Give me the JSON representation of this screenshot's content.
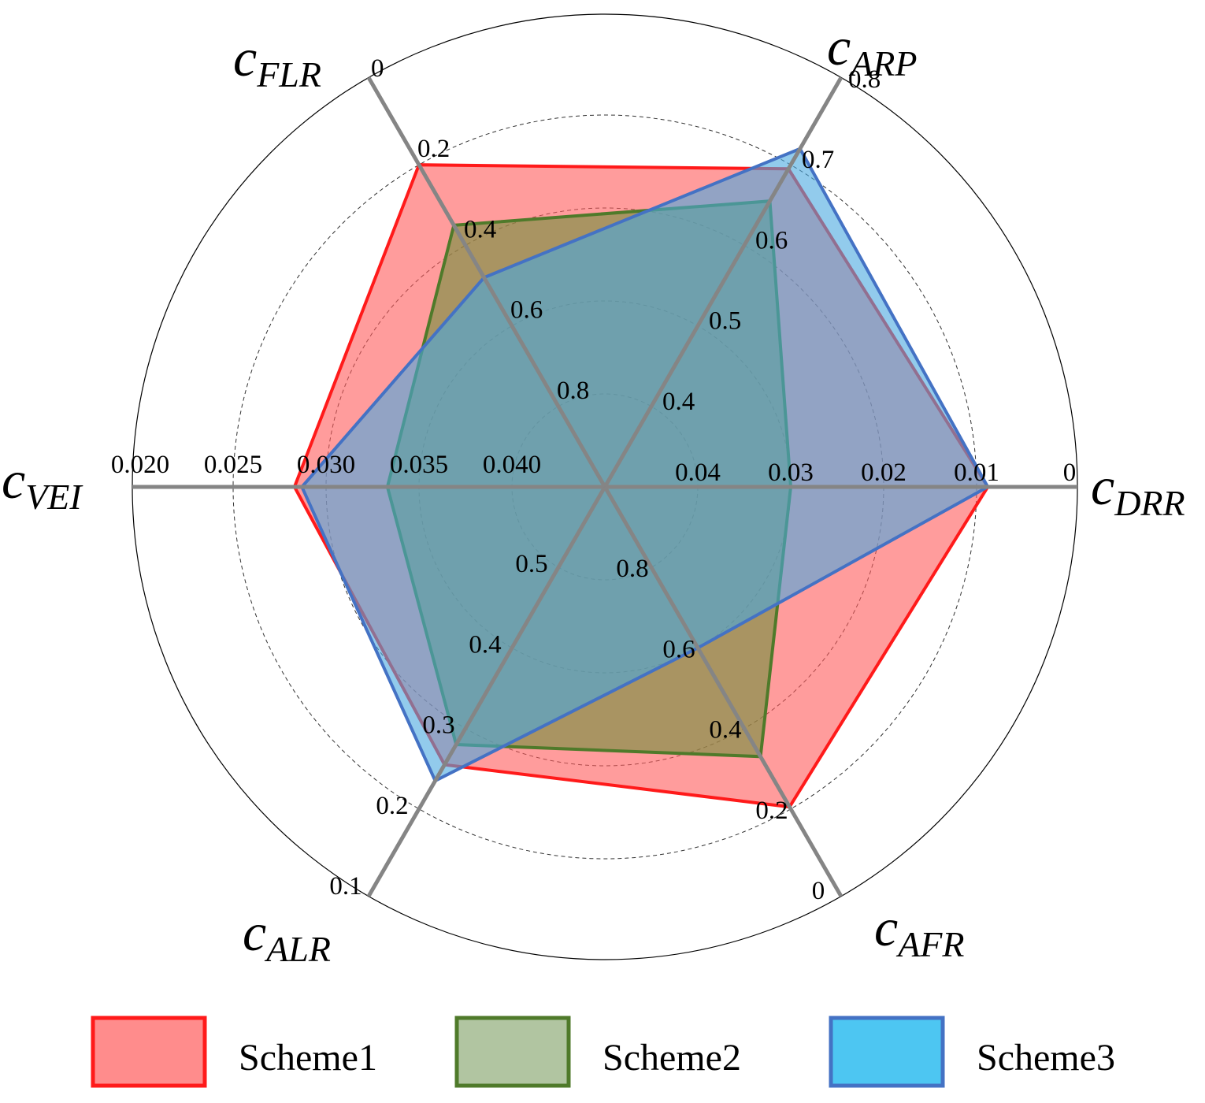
{
  "chart_data": {
    "type": "radar",
    "axes": [
      {
        "main": "c",
        "sub": "DRR",
        "ticks": [
          "0.04",
          "0.03",
          "0.02",
          "0.01",
          "0"
        ]
      },
      {
        "main": "c",
        "sub": "ARP",
        "ticks": [
          "0.4",
          "0.5",
          "0.6",
          "0.7",
          "0.8"
        ]
      },
      {
        "main": "c",
        "sub": "FLR",
        "ticks": [
          "0.8",
          "0.6",
          "0.4",
          "0.2",
          "0"
        ]
      },
      {
        "main": "c",
        "sub": "VEI",
        "ticks": [
          "0.040",
          "0.035",
          "0.030",
          "0.025",
          "0.020"
        ]
      },
      {
        "main": "c",
        "sub": "ALR",
        "ticks": [
          "0.5",
          "0.4",
          "0.3",
          "0.2",
          "0.1"
        ]
      },
      {
        "main": "c",
        "sub": "AFR",
        "ticks": [
          "0.8",
          "0.6",
          "0.4",
          "0.2",
          "0"
        ]
      }
    ],
    "series": [
      {
        "name": "Scheme1",
        "values": [
          0.0088,
          0.695,
          0.2,
          0.0283,
          0.255,
          0.205
        ],
        "fill": "#ff5a5a",
        "stroke": "#ff1a1a",
        "legend_fill": "#ff8c8c"
      },
      {
        "name": "Scheme2",
        "values": [
          0.03,
          0.655,
          0.35,
          0.0333,
          0.28,
          0.33
        ],
        "fill": "#6f8f3c",
        "stroke": "#4f7a2a",
        "legend_fill": "#b1c5a1"
      },
      {
        "name": "Scheme3",
        "values": [
          0.0088,
          0.72,
          0.48,
          0.0287,
          0.235,
          0.6
        ],
        "fill": "#4aa8e0",
        "stroke": "#4472c4",
        "legend_fill": "#4dc6f2"
      }
    ],
    "grid": true,
    "legend_position": "bottom"
  }
}
